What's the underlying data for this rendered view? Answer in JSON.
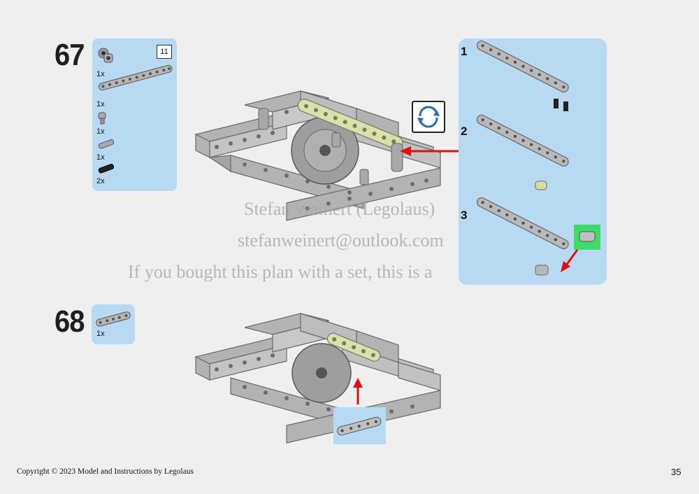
{
  "step67": {
    "number": "67",
    "length_badge": "11",
    "parts": [
      {
        "qty": "1x",
        "icon": "connector-double-icon"
      },
      {
        "qty": "1x",
        "icon": "beam-11-icon"
      },
      {
        "qty": "1x",
        "icon": "pin-connector-icon"
      },
      {
        "qty": "1x",
        "icon": "axle-pin-icon"
      },
      {
        "qty": "2x",
        "icon": "friction-pin-icon"
      }
    ]
  },
  "subassembly": {
    "steps": [
      "1",
      "2",
      "3"
    ],
    "icons": [
      "beam-with-pins-icon",
      "beam-with-connector-icon",
      "beam-with-axle-pin-icon"
    ]
  },
  "step68": {
    "number": "68",
    "parts": [
      {
        "qty": "1x",
        "icon": "beam-5-icon"
      }
    ]
  },
  "watermark": {
    "line1": "Stefan Weinert (Legolaus)",
    "line2": "stefanweinert@outlook.com",
    "line3": "If you bought this plan with a set, this is a"
  },
  "footer": {
    "copyright": "Copyright © 2023 Model and Instructions by Legolaus",
    "page_number": "35"
  },
  "colors": {
    "background": "#efefef",
    "panel": "#b8d9f2",
    "arrow": "#e01010",
    "beam": "#a8a8a8",
    "highlight": "#d8e0a0",
    "new_part": "#3ddc6a"
  }
}
